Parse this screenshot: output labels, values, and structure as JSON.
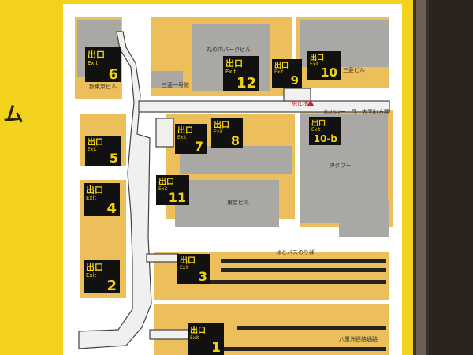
{
  "side_text": "ム",
  "colors": {
    "wall": "#f2d21d",
    "board": "#ffffff",
    "block": "#ecbf5b",
    "building": "#a9a8a5",
    "path": "#f0f0ee",
    "sign": "#111111",
    "sign_text": "#f4d10f",
    "frame": "#3a3029"
  },
  "map": {
    "labels": {
      "shin_tokyo": "新東京ビル",
      "marunouchi_park": "丸の内パークビル",
      "mitsubishi_1go": "三菱一号館",
      "mitsubishi": "三菱ビル",
      "current_location": "現在地",
      "direction": "丸の内一丁目・大手町方面",
      "jp_tower": "JPタワー",
      "tokyo_bldg": "東京ビル",
      "bus": "はとバスのりば",
      "yaesu": "八重洲連絡通路"
    },
    "exits": [
      {
        "word": "出口",
        "sub": "Exit",
        "num": "6"
      },
      {
        "word": "出口",
        "sub": "Exit",
        "num": "12"
      },
      {
        "word": "出口",
        "sub": "Exit",
        "num": "9"
      },
      {
        "word": "出口",
        "sub": "Exit",
        "num": "10"
      },
      {
        "word": "出口",
        "sub": "Exit",
        "num": "7"
      },
      {
        "word": "出口",
        "sub": "Exit",
        "num": "8"
      },
      {
        "word": "出口",
        "sub": "Exit",
        "num": "10-b"
      },
      {
        "word": "出口",
        "sub": "Exit",
        "num": "5"
      },
      {
        "word": "出口",
        "sub": "Exit",
        "num": "11"
      },
      {
        "word": "出口",
        "sub": "Exit",
        "num": "4"
      },
      {
        "word": "出口",
        "sub": "Exit",
        "num": "3"
      },
      {
        "word": "出口",
        "sub": "Exit",
        "num": "2"
      },
      {
        "word": "出口",
        "sub": "Exit",
        "num": "1"
      }
    ]
  }
}
